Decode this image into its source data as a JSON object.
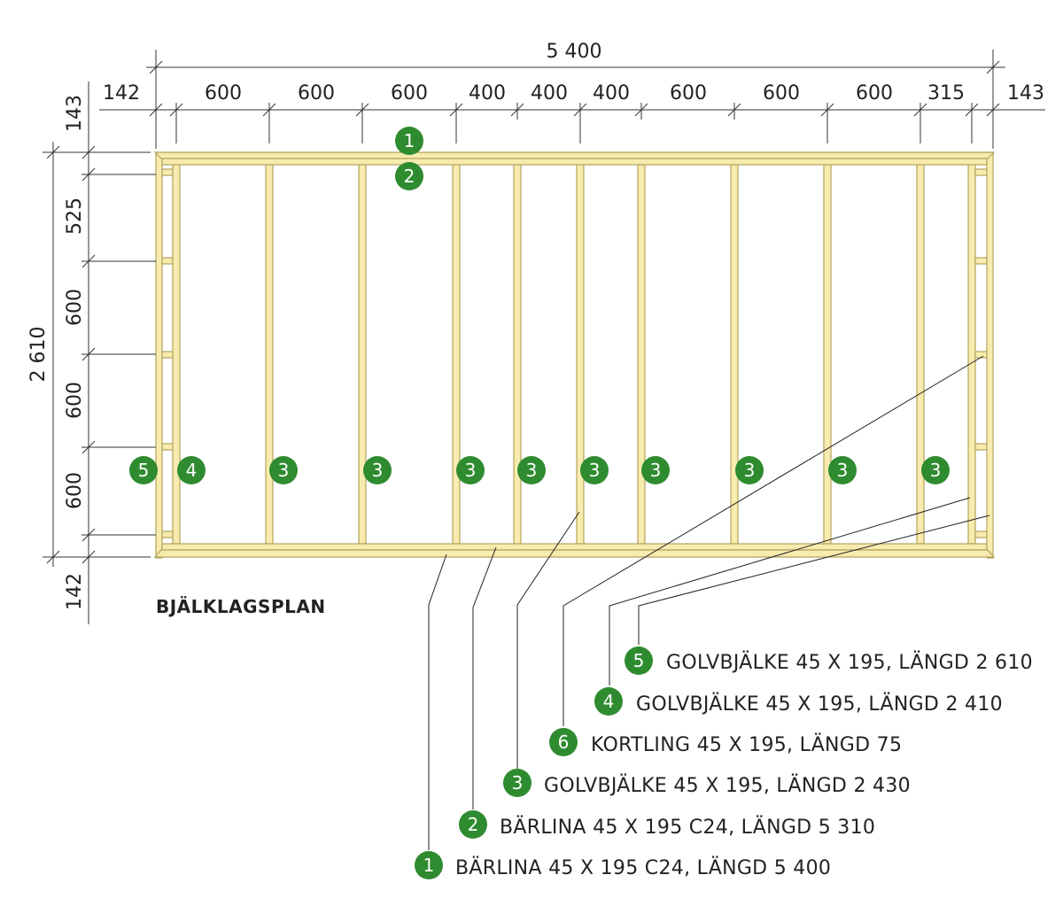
{
  "plan_title": "BJÄLKLAGSPLAN",
  "colors": {
    "badge": "#2e8b2f",
    "timber_fill": "#f7ecae",
    "timber_edge": "#b3a35e",
    "line": "#333333"
  },
  "dimensions": {
    "total_width": "5 400",
    "total_height": "2 610",
    "top_segments": [
      "142",
      "600",
      "600",
      "600",
      "400",
      "400",
      "400",
      "600",
      "600",
      "600",
      "315",
      "143"
    ],
    "left_segments": [
      "143",
      "525",
      "600",
      "600",
      "600",
      "142"
    ]
  },
  "badges": {
    "top_beam": "1",
    "inner_beam": "2",
    "left_end": "5",
    "left_inner": "4",
    "joist": "3"
  },
  "legend": [
    {
      "num": "5",
      "text": "GOLVBJÄLKE 45 X 195, LÄNGD 2 610"
    },
    {
      "num": "4",
      "text": "GOLVBJÄLKE 45 X 195, LÄNGD 2 410"
    },
    {
      "num": "6",
      "text": "KORTLING 45 X 195, LÄNGD 75"
    },
    {
      "num": "3",
      "text": "GOLVBJÄLKE 45 X 195, LÄNGD 2 430"
    },
    {
      "num": "2",
      "text": "BÄRLINA 45 X 195 C24, LÄNGD 5 310"
    },
    {
      "num": "1",
      "text": "BÄRLINA 45 X 195 C24, LÄNGD 5 400"
    }
  ]
}
